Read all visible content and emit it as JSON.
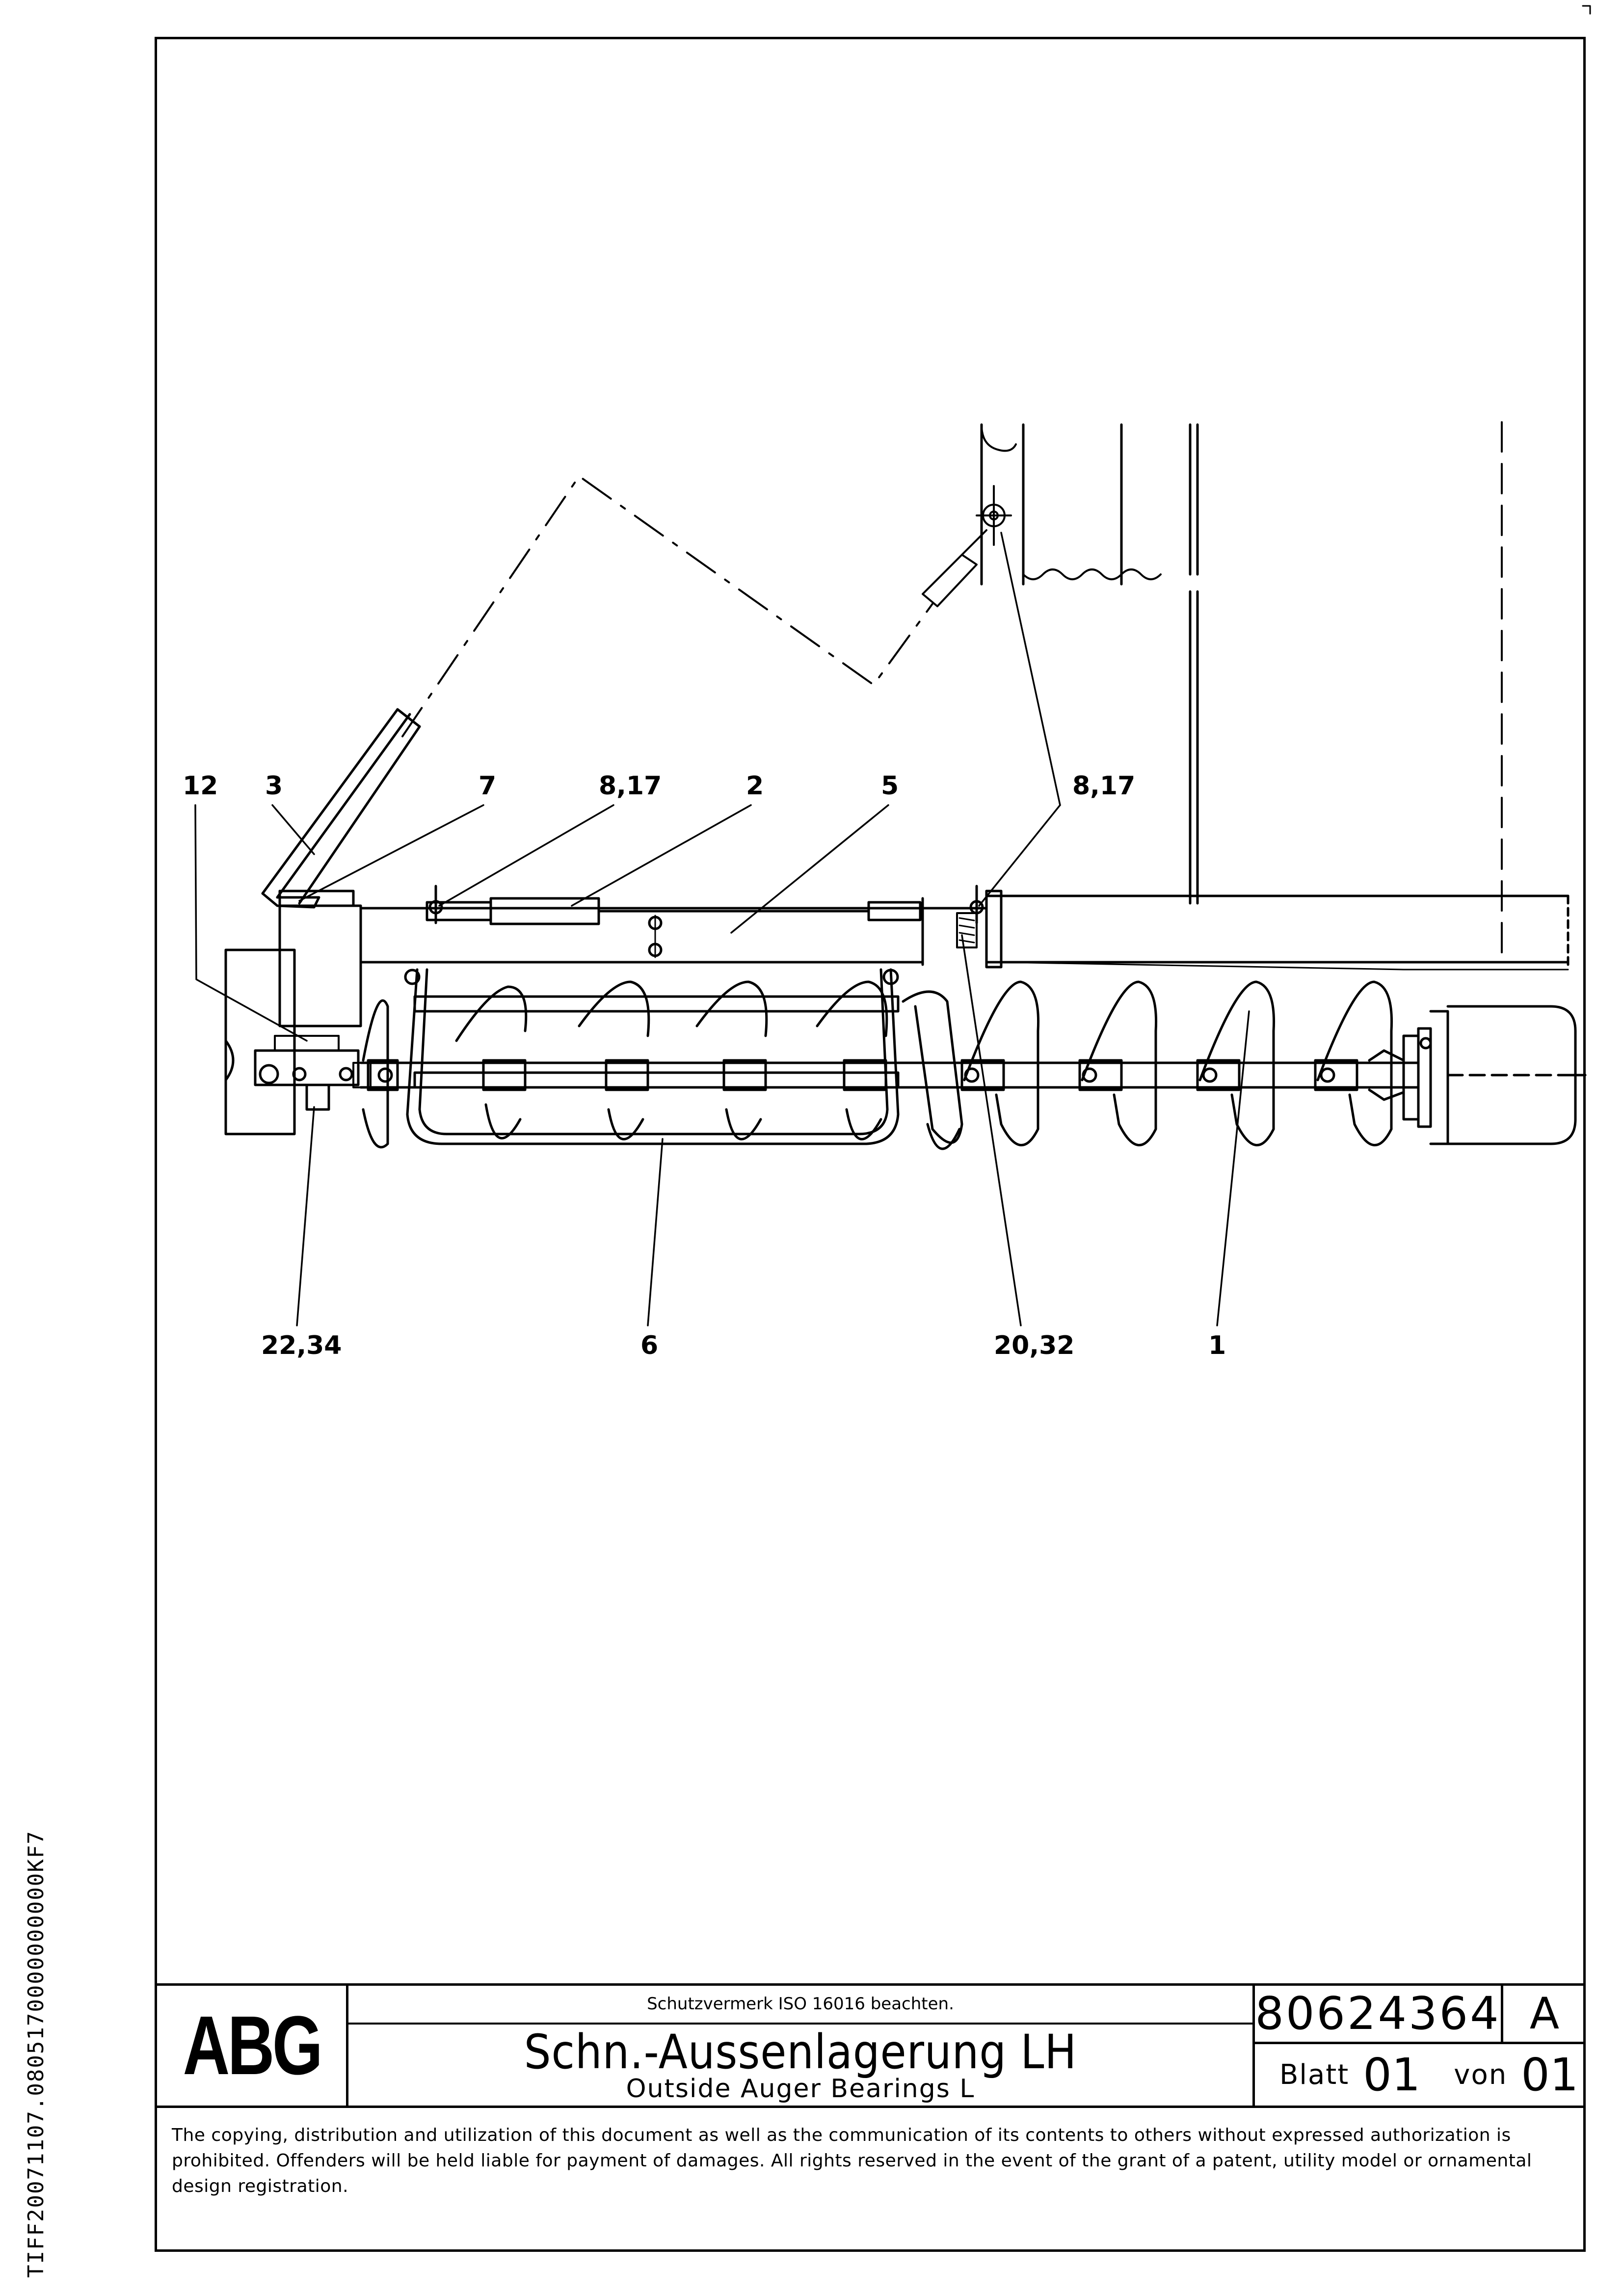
{
  "side_code": "TIFF20071107.0805170000000000KF7",
  "callouts": [
    {
      "id": "12",
      "text": "12"
    },
    {
      "id": "3",
      "text": "3"
    },
    {
      "id": "7",
      "text": "7"
    },
    {
      "id": "8_17_a",
      "text": "8,17"
    },
    {
      "id": "2",
      "text": "2"
    },
    {
      "id": "5",
      "text": "5"
    },
    {
      "id": "8_17_b",
      "text": "8,17"
    },
    {
      "id": "22_34",
      "text": "22,34"
    },
    {
      "id": "6",
      "text": "6"
    },
    {
      "id": "20_32",
      "text": "20,32"
    },
    {
      "id": "1",
      "text": "1"
    }
  ],
  "title_block": {
    "logo": "ABG",
    "protection_note": "Schutzvermerk ISO 16016 beachten.",
    "title_de": "Schn.-Aussenlagerung LH",
    "title_en": "Outside Auger Bearings L",
    "document_number": "80624364",
    "revision": "A",
    "sheet_label": "Blatt",
    "sheet_number": "01",
    "of_label": "von",
    "sheet_total": "01",
    "copyright": "The copying, distribution and utilization of this document as well as the communication of its contents to others without expressed authorization is prohibited. Offenders will be held liable for payment of damages. All rights reserved in the event of the grant of a patent, utility model or ornamental design registration."
  }
}
